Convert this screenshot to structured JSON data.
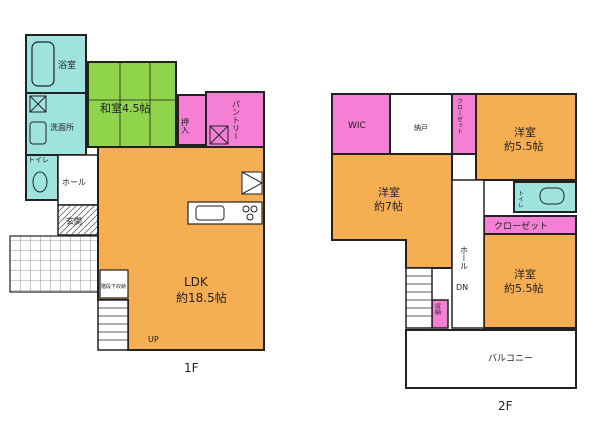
{
  "floor1": {
    "label": "1F",
    "rooms": {
      "bath": "浴室",
      "washroom": "洗面所",
      "toilet": "トイレ",
      "hall": "ホール",
      "entrance": "玄関",
      "washitsu_name": "和室",
      "washitsu_size": "4.5帖",
      "storage": "押入",
      "pantry": "パントリー",
      "ldk_name": "LDK",
      "ldk_size": "約18.5帖",
      "under_stairs": "階段下収納",
      "up": "UP"
    }
  },
  "floor2": {
    "label": "2F",
    "rooms": {
      "wic": "WIC",
      "storage": "納戸",
      "closet_a": "クローゼット",
      "western_a_name": "洋室",
      "western_a_size": "約5.5帖",
      "western_b_name": "洋室",
      "western_b_size": "約7帖",
      "toilet": "トイレ",
      "closet_b": "クローゼット",
      "hall": "ホール",
      "dn": "DN",
      "western_c_name": "洋室",
      "western_c_size": "約5.5帖",
      "closet_small": "収納",
      "balcony": "バルコニー"
    }
  },
  "colors": {
    "ldk": "#f6ae52",
    "western": "#f6ae52",
    "washitsu": "#8fd44a",
    "storage": "#f47fd5",
    "wet": "#9fe3df",
    "wall": "#222222"
  }
}
